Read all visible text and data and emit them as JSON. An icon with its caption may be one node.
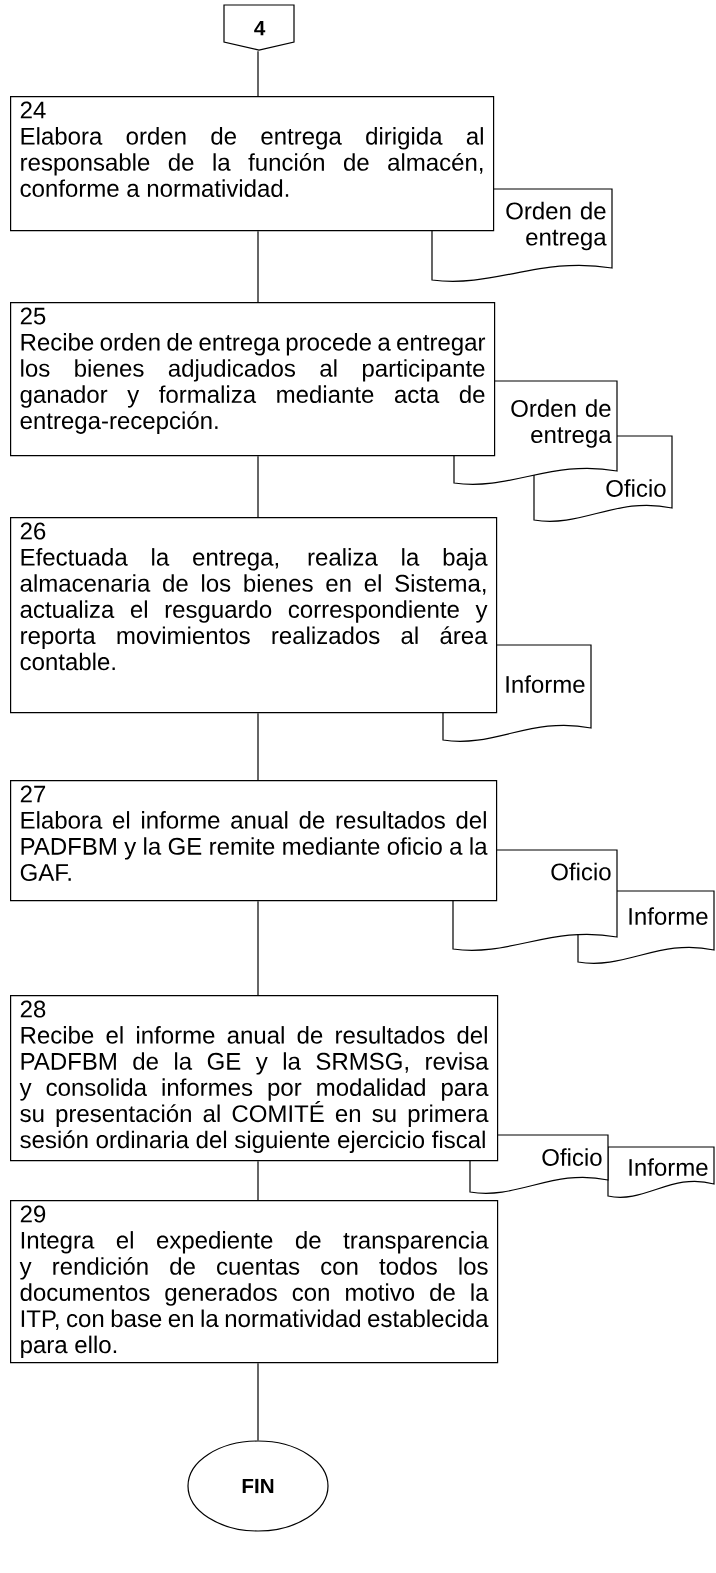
{
  "diagram": {
    "nodes": [
      {
        "text": [
          "4"
        ]
      },
      {
        "text": [
          "24",
          "Elabora orden de entrega dirigida al responsable de la función de almacén, conforme a normatividad."
        ]
      },
      {
        "text": [
          "Orden de entrega"
        ]
      },
      {
        "text": [
          "25",
          "Recibe orden de entrega procede a entregar los bienes adjudicados al participante ganador y formaliza mediante acta de entrega-recepción."
        ]
      },
      {
        "text": [
          "Orden de entrega"
        ]
      },
      {
        "text": [
          "Oficio"
        ]
      },
      {
        "text": [
          "26",
          "Efectuada la entrega, realiza la baja almacenaria de los bienes en el Sistema, actualiza el resguardo correspondiente y reporta movimientos realizados al área contable."
        ]
      },
      {
        "text": [
          "Informe"
        ]
      },
      {
        "text": [
          "27",
          "Elabora el informe anual de resultados del PADFBM y la GE remite mediante oficio a la GAF."
        ]
      },
      {
        "text": [
          "Oficio"
        ]
      },
      {
        "text": [
          "Informe"
        ]
      },
      {
        "text": [
          "28",
          "Recibe el informe anual de resultados del PADFBM de la GE y la SRMSG, revisa y consolida informes por modalidad para su presentación al COMITÉ en su primera sesión ordinaria del siguiente ejercicio fiscal"
        ]
      },
      {
        "text": [
          "Oficio"
        ]
      },
      {
        "text": [
          "Informe"
        ]
      },
      {
        "text": [
          "29",
          "Integra el expediente de transparencia y rendición de cuentas con todos los documentos generados con motivo de la ITP, con base en la normatividad establecida para ello."
        ]
      },
      {
        "text": [
          "FIN"
        ]
      }
    ],
    "edges": [
      {
        "from": 0,
        "to": 1,
        "arrow": "none"
      },
      {
        "from": 1,
        "to": 3,
        "arrow": "none"
      },
      {
        "from": 3,
        "to": 6,
        "arrow": "none"
      },
      {
        "from": 6,
        "to": 8,
        "arrow": "none"
      },
      {
        "from": 8,
        "to": 11,
        "arrow": "none"
      },
      {
        "from": 11,
        "to": 14,
        "arrow": "none"
      },
      {
        "from": 14,
        "to": 15,
        "arrow": "none"
      }
    ]
  }
}
